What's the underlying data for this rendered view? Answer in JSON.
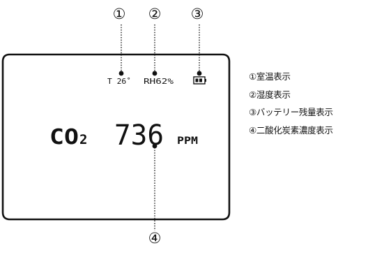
{
  "callouts": [
    "①",
    "②",
    "③",
    "④"
  ],
  "display": {
    "temp_label": "T 26˚",
    "humidity_label": "RH62%",
    "gas_symbol": "CO",
    "gas_subscript": "2",
    "co2_value": "736",
    "unit": "PPM"
  },
  "legend": [
    {
      "label": "①室温表示"
    },
    {
      "label": "②湿度表示"
    },
    {
      "label": "③バッテリー残量表示"
    },
    {
      "label": "④二酸化炭素濃度表示"
    }
  ],
  "colors": {
    "ink": "#111111",
    "background": "#ffffff"
  }
}
